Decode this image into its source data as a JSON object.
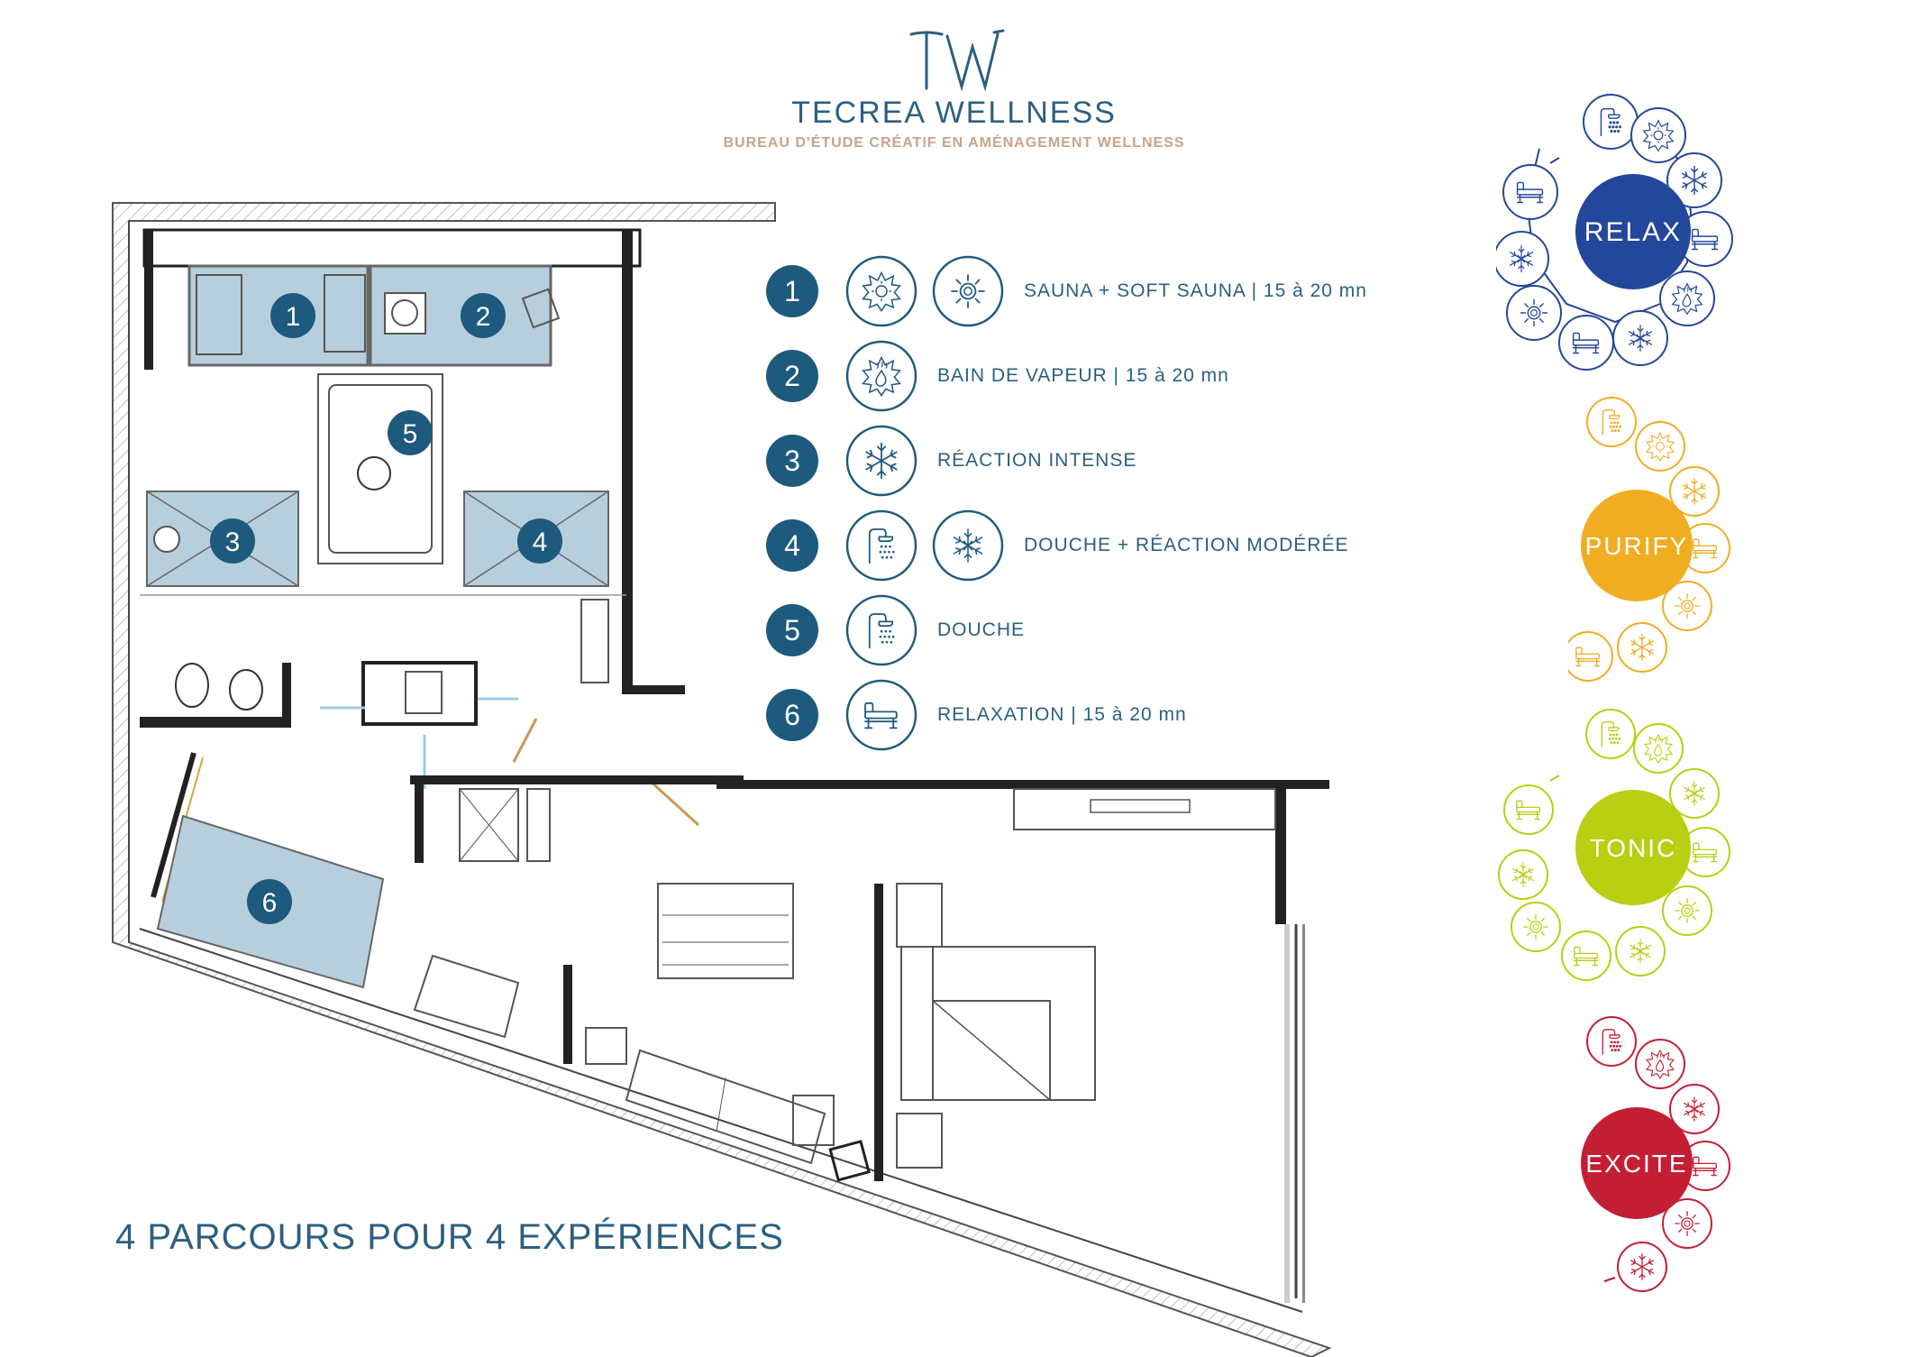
{
  "brand": {
    "name": "TECREA WELLNESS",
    "tagline": "BUREAU D'ÉTUDE CRÉATIF EN AMÉNAGEMENT WELLNESS",
    "logo_icon": "tw-monogram-icon",
    "color": "#2b5f80",
    "tagline_color": "#c9a38a"
  },
  "legend": [
    {
      "num": "1",
      "icons": [
        "sauna-icon",
        "soft-sauna-icon"
      ],
      "text": "SAUNA + SOFT SAUNA  |  15 à 20 mn"
    },
    {
      "num": "2",
      "icons": [
        "steam-bath-icon"
      ],
      "text": "BAIN DE VAPEUR  |  15 à 20 mn"
    },
    {
      "num": "3",
      "icons": [
        "snowflake-icon"
      ],
      "text": "RÉACTION INTENSE"
    },
    {
      "num": "4",
      "icons": [
        "shower-icon",
        "frost-icon"
      ],
      "text": "DOUCHE + RÉACTION MODÉRÉE"
    },
    {
      "num": "5",
      "icons": [
        "shower-icon"
      ],
      "text": "DOUCHE"
    },
    {
      "num": "6",
      "icons": [
        "lounger-icon"
      ],
      "text": "RELAXATION  |  15 à 20 mn"
    }
  ],
  "plan_markers": [
    "1",
    "2",
    "3",
    "4",
    "5",
    "6"
  ],
  "routes": [
    {
      "label": "RELAX",
      "color": "#23479a"
    },
    {
      "label": "PURIFY",
      "color": "#f0ad22"
    },
    {
      "label": "TONIC",
      "color": "#b8cf12"
    },
    {
      "label": "EXCITE",
      "color": "#c41e35"
    }
  ],
  "footer": {
    "title": "4 PARCOURS POUR 4 EXPÉRIENCES"
  }
}
